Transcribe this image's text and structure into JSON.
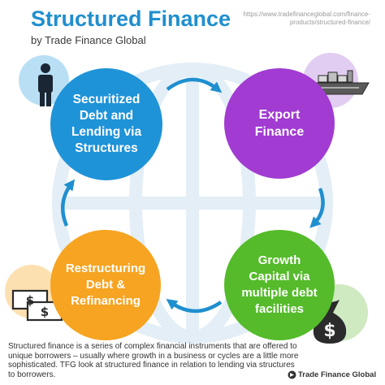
{
  "header": {
    "title": "Structured Finance",
    "subtitle": "by Trade Finance Global",
    "source_url": "https://www.tradefinanceglobal.com/finance-products/structured-finance/"
  },
  "cycle": [
    {
      "label": "Securitized\nDebt and\nLending via\nStructures",
      "color": "#1f93d8",
      "icon": "person-icon"
    },
    {
      "label": "Export\nFinance",
      "color": "#a13bd1",
      "icon": "cargo-ship-icon"
    },
    {
      "label": "Growth\nCapital via\nmultiple debt\nfacilities",
      "color": "#55bb2b",
      "icon": "money-bag-icon"
    },
    {
      "label": "Restructuring\nDebt &\nRefinancing",
      "color": "#f6a421",
      "icon": "banknotes-icon"
    }
  ],
  "arrow_color": "#1f8fcf",
  "description": "Structured finance is a series of complex financial instruments that are offered to unique borrowers – usually where growth in a business or cycles are a little more sophisticated. TFG look at structured finance in relation to lending via structures to borrowers.",
  "footer": {
    "brand": "Trade Finance Global"
  }
}
